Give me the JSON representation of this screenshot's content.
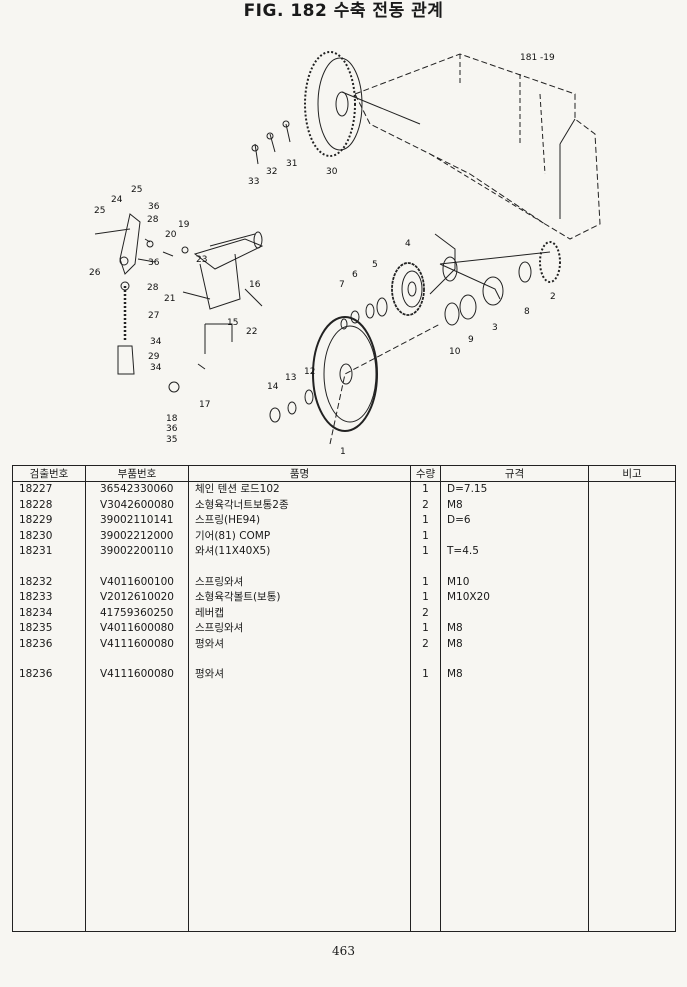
{
  "title": "FIG. 182 수축 전동 관계",
  "page_number": "463",
  "diagram": {
    "callouts": [
      "181 -19",
      "1",
      "2",
      "3",
      "4",
      "5",
      "6",
      "7",
      "8",
      "9",
      "10",
      "12",
      "13",
      "14",
      "15",
      "16",
      "17",
      "18",
      "19",
      "20",
      "21",
      "22",
      "23",
      "24",
      "25",
      "25",
      "26",
      "27",
      "28",
      "28",
      "29",
      "30",
      "31",
      "32",
      "33",
      "34",
      "34",
      "35",
      "36",
      "36",
      "36"
    ]
  },
  "table": {
    "headers": [
      "검출번호",
      "부품번호",
      "품명",
      "수량",
      "규격",
      "비고"
    ],
    "rows": [
      {
        "no": "18227",
        "part": "36542330060",
        "name": "체인 텐션 로드102",
        "qty": "1",
        "spec": "D=7.15",
        "note": ""
      },
      {
        "no": "18228",
        "part": "V3042600080",
        "name": "소형육각너트보통2종",
        "qty": "2",
        "spec": "M8",
        "note": ""
      },
      {
        "no": "18229",
        "part": "39002110141",
        "name": "스프링(HE94)",
        "qty": "1",
        "spec": "D=6",
        "note": ""
      },
      {
        "no": "18230",
        "part": "39002212000",
        "name": "기어(81) COMP",
        "qty": "1",
        "spec": "",
        "note": ""
      },
      {
        "no": "18231",
        "part": "39002200110",
        "name": "와셔(11X40X5)",
        "qty": "1",
        "spec": "T=4.5",
        "note": ""
      },
      {
        "no": "",
        "part": "",
        "name": "",
        "qty": "",
        "spec": "",
        "note": ""
      },
      {
        "no": "18232",
        "part": "V4011600100",
        "name": "스프링와셔",
        "qty": "1",
        "spec": "M10",
        "note": ""
      },
      {
        "no": "18233",
        "part": "V2012610020",
        "name": "소형육각볼트(보통)",
        "qty": "1",
        "spec": "M10X20",
        "note": ""
      },
      {
        "no": "18234",
        "part": "41759360250",
        "name": "레버캡",
        "qty": "2",
        "spec": "",
        "note": ""
      },
      {
        "no": "18235",
        "part": "V4011600080",
        "name": "스프링와셔",
        "qty": "1",
        "spec": "M8",
        "note": ""
      },
      {
        "no": "18236",
        "part": "V4111600080",
        "name": "평와셔",
        "qty": "2",
        "spec": "M8",
        "note": ""
      },
      {
        "no": "",
        "part": "",
        "name": "",
        "qty": "",
        "spec": "",
        "note": ""
      },
      {
        "no": "18236",
        "part": "V4111600080",
        "name": "평와셔",
        "qty": "1",
        "spec": "M8",
        "note": ""
      }
    ]
  }
}
